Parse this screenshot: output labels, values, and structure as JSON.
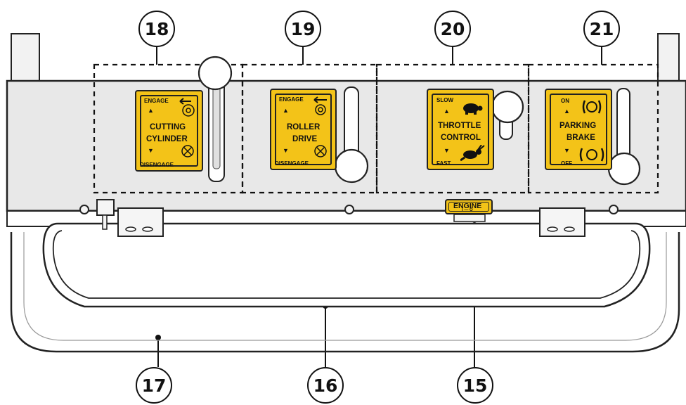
{
  "callouts": [
    {
      "id": "c18",
      "label": "18"
    },
    {
      "id": "c19",
      "label": "19"
    },
    {
      "id": "c20",
      "label": "20"
    },
    {
      "id": "c21",
      "label": "21"
    },
    {
      "id": "c17",
      "label": "17"
    },
    {
      "id": "c16",
      "label": "16"
    },
    {
      "id": "c15",
      "label": "15"
    }
  ],
  "decals": {
    "cutting": {
      "top": "ENGAGE",
      "line1": "CUTTING",
      "line2": "CYLINDER",
      "bottom": "DISENGAGE"
    },
    "roller": {
      "top": "ENGAGE",
      "line1": "ROLLER",
      "line2": "DRIVE",
      "bottom": "DISENGAGE"
    },
    "throttle": {
      "top": "SLOW",
      "line1": "THROTTLE",
      "line2": "CONTROL",
      "bottom": "FAST"
    },
    "brake": {
      "top": "ON",
      "line1": "PARKING",
      "line2": "BRAKE",
      "bottom": "OFF"
    }
  },
  "engine_label": "ENGINE",
  "engine_sub": "I — O",
  "colors": {
    "decal": "#f3c318",
    "panel": "#e8e8e8",
    "line": "#111111"
  }
}
